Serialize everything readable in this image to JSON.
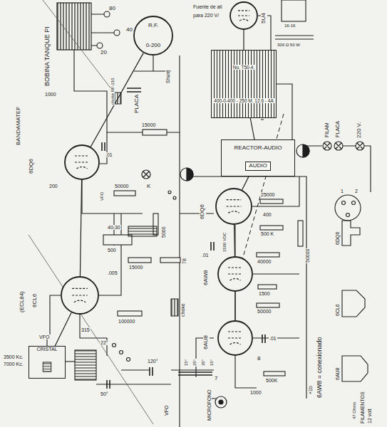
{
  "diagram": {
    "nodes": [
      {
        "text": [
          "R.F.",
          "0-200"
        ]
      },
      {
        "text": [
          "REACTOR-AUDIO",
          "AUDIO"
        ]
      },
      {
        "text": [
          "No. T50-4.",
          "400-0-400 - 250 M. 12.6 - 4A"
        ]
      },
      {
        "text": [
          "6DQ6"
        ]
      },
      {
        "text": [
          "6CL6"
        ]
      },
      {
        "text": [
          "6DQ6"
        ]
      },
      {
        "text": [
          "6AW8"
        ]
      },
      {
        "text": [
          "6AU8"
        ]
      },
      {
        "text": [
          "5U4"
        ]
      },
      {
        "text": [
          "CRISTAL"
        ]
      }
    ],
    "edges": [
      {
        "from": 9,
        "to": 4,
        "arrow": "none"
      },
      {
        "from": 4,
        "to": 3,
        "arrow": "none"
      },
      {
        "from": 3,
        "to": 0,
        "arrow": "none"
      },
      {
        "from": 7,
        "to": 6,
        "arrow": "none"
      },
      {
        "from": 6,
        "to": 5,
        "arrow": "none"
      },
      {
        "from": 5,
        "to": 1,
        "arrow": "none"
      },
      {
        "from": 1,
        "to": 2,
        "arrow": "none"
      },
      {
        "from": 2,
        "to": 8,
        "arrow": "none"
      }
    ],
    "labels": [
      "BOBINA TANQUE PI",
      "BANDAMATEF",
      "80",
      "40",
      "20",
      "Shunt",
      "PLACA",
      "1000",
      "choke RF-210",
      ".01",
      "200",
      "VFO",
      "50000",
      "K",
      "5000",
      "15000",
      "40-30",
      "500",
      "15000",
      "78",
      ".005",
      "(ECL84)",
      "choke",
      "100000",
      "315",
      "VFO",
      "3500 Kc.",
      "7000 Kc.",
      "22°",
      "120°",
      "50°",
      "VFO",
      "15°",
      "25°",
      "35°",
      "15°",
      "MICROFONO",
      "7",
      "8",
      "1500 VDC",
      ".01",
      "40000",
      "1500",
      "50000",
      "500K",
      "1000",
      ".01",
      "25000",
      "400",
      "500 K",
      "50000",
      "+1b",
      "6AW8 = conexionado",
      "6DQ6",
      "6CL6",
      "6AU8",
      "FILAMENTOS",
      "12 volt",
      "47 Ohms",
      "FILAM",
      "PLACA",
      "220 V.",
      "300 Ω 50 W",
      "Fuente de ali",
      "para 220 V/",
      "1",
      "2",
      "16-16"
    ]
  }
}
